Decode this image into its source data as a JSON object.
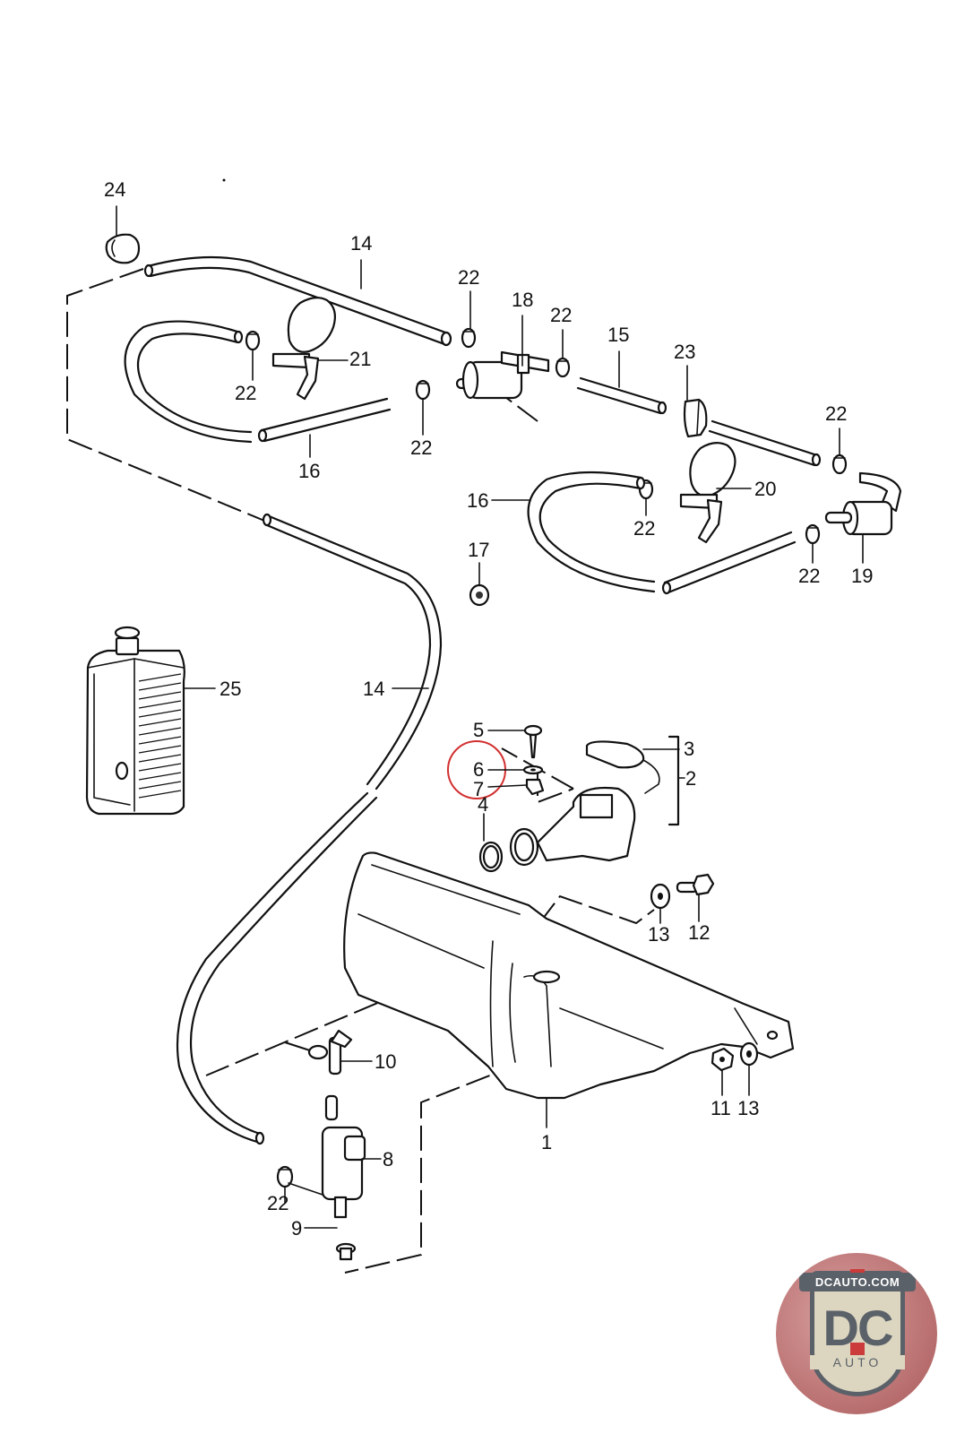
{
  "diagram": {
    "title": "Windshield washer system exploded parts diagram",
    "callouts": [
      {
        "id": "1",
        "part": "washer fluid reservoir"
      },
      {
        "id": "2",
        "part": "filler neck assembly"
      },
      {
        "id": "3",
        "part": "filler cap"
      },
      {
        "id": "4",
        "part": "seal ring"
      },
      {
        "id": "5",
        "part": "screw"
      },
      {
        "id": "6",
        "part": "washer",
        "highlighted": true
      },
      {
        "id": "7",
        "part": "speed nut"
      },
      {
        "id": "8",
        "part": "washer pump"
      },
      {
        "id": "9",
        "part": "grommet"
      },
      {
        "id": "10",
        "part": "elbow connector"
      },
      {
        "id": "11",
        "part": "nut"
      },
      {
        "id": "12",
        "part": "bolt"
      },
      {
        "id": "13",
        "part": "washer"
      },
      {
        "id": "14",
        "part": "hose"
      },
      {
        "id": "15",
        "part": "hose"
      },
      {
        "id": "16",
        "part": "hose"
      },
      {
        "id": "17",
        "part": "grommet"
      },
      {
        "id": "18",
        "part": "check valve with T-piece"
      },
      {
        "id": "19",
        "part": "check valve"
      },
      {
        "id": "20",
        "part": "washer nozzle right"
      },
      {
        "id": "21",
        "part": "washer nozzle left"
      },
      {
        "id": "22",
        "part": "hose clamp"
      },
      {
        "id": "23",
        "part": "clip"
      },
      {
        "id": "24",
        "part": "clip"
      },
      {
        "id": "25",
        "part": "washer fluid bottle"
      }
    ],
    "labels": {
      "l24": "24",
      "l14a": "14",
      "l22a": "22",
      "l18": "18",
      "l22b": "22",
      "l15": "15",
      "l23": "23",
      "l21": "21",
      "l22c": "22",
      "l22d": "22",
      "l16a": "16",
      "l22e": "22",
      "l16b": "16",
      "l20": "20",
      "l22f": "22",
      "l22g": "22",
      "l19": "19",
      "l17": "17",
      "l25": "25",
      "l14b": "14",
      "l5": "5",
      "l6": "6",
      "l7": "7",
      "l3": "3",
      "l2": "2",
      "l4": "4",
      "l13a": "13",
      "l12": "12",
      "l10": "10",
      "l8": "8",
      "l22h": "22",
      "l9": "9",
      "l1": "1",
      "l11": "11",
      "l13b": "13"
    },
    "highlight_color": "#d23030"
  },
  "watermark": {
    "banner": "DCAUTO.COM",
    "letters": "DC",
    "sub": "AUTO",
    "colors": {
      "red": "#cc3b3b",
      "slate": "#5b6169",
      "cream": "#dcd6c0"
    }
  }
}
